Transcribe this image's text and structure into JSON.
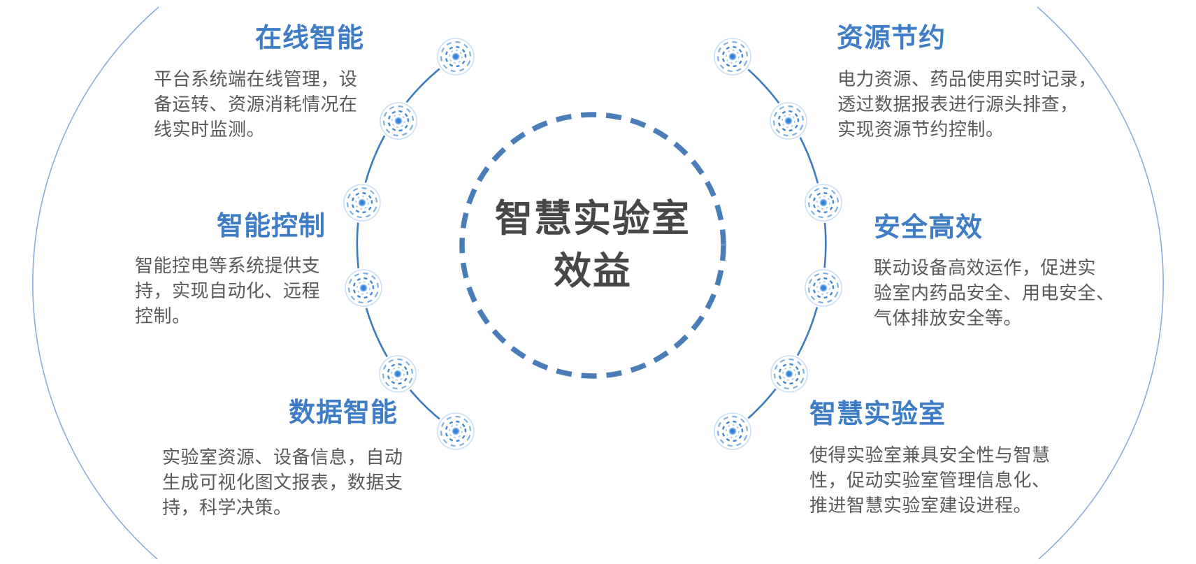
{
  "center": {
    "title_line1": "智慧实验室",
    "title_line2": "效益"
  },
  "sections": {
    "online_intelligence": {
      "title": "在线智能",
      "body": "平台系统端在线管理，设\n备运转、资源消耗情况在\n线实时监测。"
    },
    "intelligent_control": {
      "title": "智能控制",
      "body": "智能控电等系统提供支\n持，实现自动化、远程\n控制。"
    },
    "data_intelligence": {
      "title": "数据智能",
      "body": "实验室资源、设备信息，自动\n生成可视化图文报表，数据支\n持，科学决策。"
    },
    "resource_saving": {
      "title": "资源节约",
      "body": "电力资源、药品使用实时记录，\n透过数据报表进行源头排查，\n实现资源节约控制。"
    },
    "safe_efficient": {
      "title": "安全高效",
      "body": "联动设备高效运作，促进实\n验室内药品安全、用电安全、\n气体排放安全等。"
    },
    "smart_lab": {
      "title": "智慧实验室",
      "body": "使得实验室兼具安全性与智慧\n性，促动实验室管理信息化、\n推进智慧实验室建设进程。"
    }
  },
  "colors": {
    "heading_blue": "#3e7cc5",
    "body_gray": "#595959",
    "center_text": "#474747",
    "dashed_circle": "#4a7db8",
    "inner_arc": "#3d7bc0",
    "outer_arc": "#8cadd8",
    "ripple_core": "#2f7cd6"
  },
  "icon_names": {
    "ripple": "ripple-icon"
  }
}
